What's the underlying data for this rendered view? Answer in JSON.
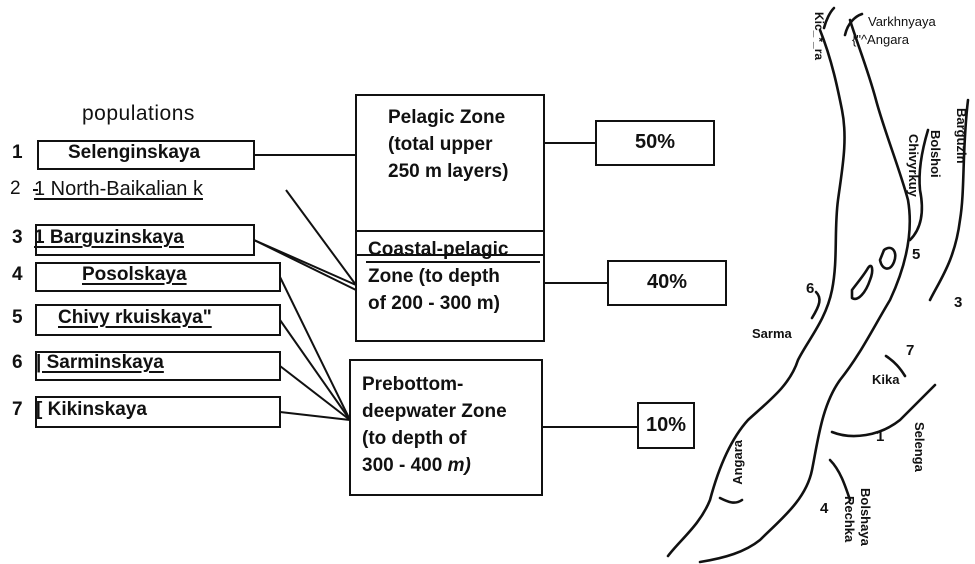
{
  "populations": {
    "heading": "populations",
    "items": [
      {
        "num": "1",
        "name": "Selenginskaya"
      },
      {
        "num": "2",
        "name": "1  North-Baikalian   k"
      },
      {
        "num": "3",
        "name": "1   Barguzinskaya"
      },
      {
        "num": "4",
        "name": "Posolskaya"
      },
      {
        "num": "5",
        "name": "Chivy rkuiskaya\""
      },
      {
        "num": "6",
        "name": "|    Sarminskaya"
      },
      {
        "num": "7",
        "name": "[      Kikinskaya"
      }
    ]
  },
  "zones": [
    {
      "text": "Pelagic Zone\n(total upper\n250 m layers)"
    },
    {
      "text": "Coastal-pelagic\nZone (to depth\nof 200 - 300 m)"
    },
    {
      "text_main": "Prebottom-\ndeepwater Zone\n(to depth of\n300 - 400 ",
      "text_italic": "m)"
    }
  ],
  "percentages": [
    "50%",
    "40%",
    "10%"
  ],
  "map": {
    "labels": {
      "varkhnyaya": "Varkhnyaya",
      "angara_top": "{\"^Angara",
      "kichera": "Kic_*_ra",
      "barguzin": "Barguzin",
      "bolshoi_chivyrkuy": "Bolshoi",
      "chivyrkuy": "Chivyrkuy",
      "sarma": "Sarma",
      "kika": "Kika",
      "selenga": "Selenga",
      "angara_bottom": "Angara",
      "bolshaya": "Bolshaya",
      "rechka": "Rechka"
    },
    "numbers": [
      "1",
      "3",
      "4",
      "5",
      "6",
      "7"
    ]
  }
}
